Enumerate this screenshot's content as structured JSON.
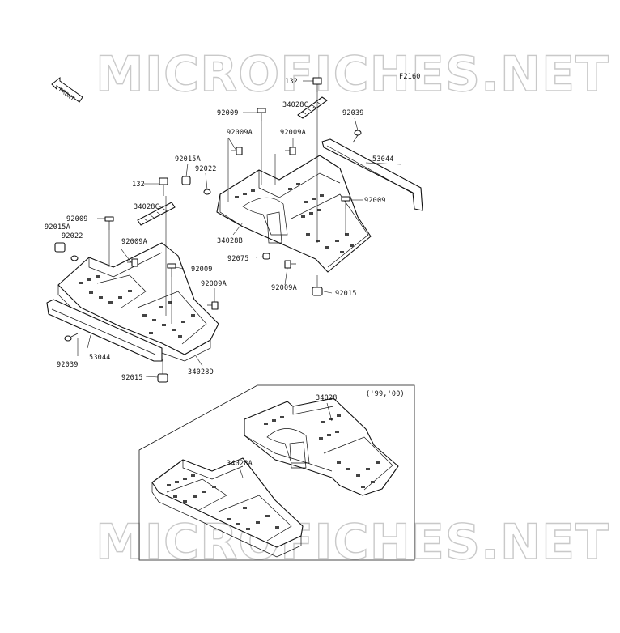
{
  "watermark": "MICROFICHES.NET",
  "figure_code": "F2160",
  "front_arrow_text": "FRONT",
  "variant_note": "('99,'00)",
  "labels": {
    "l132_top": "132",
    "l34028C_top": "34028C",
    "l92009_top": "92009",
    "l92039_right": "92039",
    "l92009A_a": "92009A",
    "l92009A_b": "92009A",
    "l53044_right": "53044",
    "l92015A_mid": "92015A",
    "l92022_mid": "92022",
    "l132_left": "132",
    "l92009_right": "92009",
    "l34028C_left": "34028C",
    "l92009_left": "92009",
    "l92015A_left": "92015A",
    "l92022_left": "92022",
    "l92009A_c": "92009A",
    "l34028B": "34028B",
    "l92075": "92075",
    "l92009_mid": "92009",
    "l92009A_d": "92009A",
    "l92015_right": "92015",
    "l92009A_e": "92009A",
    "l53044_left": "53044",
    "l92039_left": "92039",
    "l92015_left": "92015",
    "l34028D": "34028D",
    "l34028": "34028",
    "l34028A": "34028A"
  }
}
